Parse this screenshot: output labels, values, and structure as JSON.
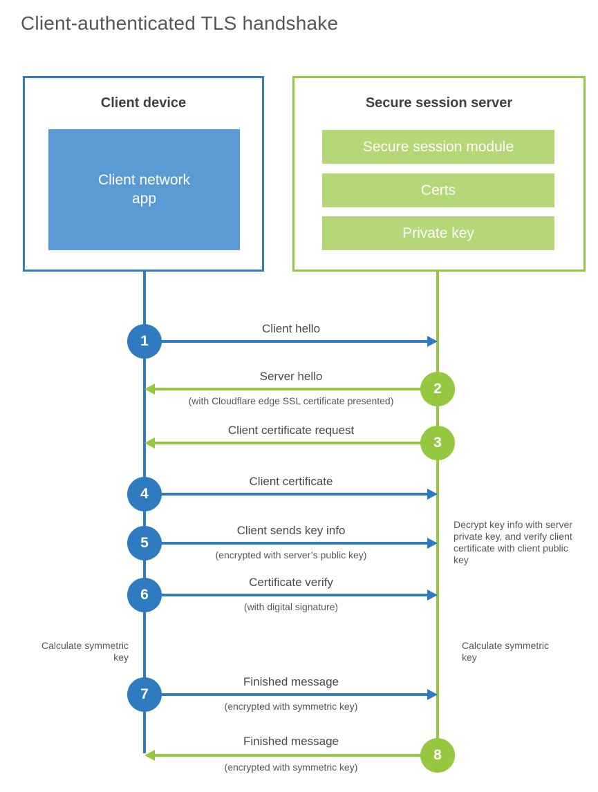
{
  "title": "Client-authenticated TLS handshake",
  "colors": {
    "blue": "#2e7bc0",
    "blue_fill": "#5b9bd5",
    "green": "#95c840",
    "green_fill": "#b5d778",
    "heading_text": "#3d4145",
    "label_text": "#46494d",
    "note_text": "#54565a"
  },
  "client": {
    "title": "Client device",
    "module": "Client network app"
  },
  "server": {
    "title": "Secure session server",
    "modules": [
      "Secure session module",
      "Certs",
      "Private key"
    ]
  },
  "steps": [
    {
      "num": "1",
      "from": "client",
      "label": "Client hello",
      "sub": ""
    },
    {
      "num": "2",
      "from": "server",
      "label": "Server hello",
      "sub": "(with Cloudflare edge SSL certificate presented)"
    },
    {
      "num": "3",
      "from": "server",
      "label": "Client certificate request",
      "sub": ""
    },
    {
      "num": "4",
      "from": "client",
      "label": "Client certificate",
      "sub": ""
    },
    {
      "num": "5",
      "from": "client",
      "label": "Client sends key info",
      "sub": "(encrypted with server’s public key)"
    },
    {
      "num": "6",
      "from": "client",
      "label": "Certificate verify",
      "sub": "(with digital signature)"
    },
    {
      "num": "7",
      "from": "client",
      "label": "Finished message",
      "sub": "(encrypted with symmetric key)"
    },
    {
      "num": "8",
      "from": "server",
      "label": "Finished message",
      "sub": "(encrypted with symmetric key)"
    }
  ],
  "notes": {
    "decrypt": "Decrypt key info with server private key, and verify client certificate with client public key",
    "calculate_left": "Calculate symmetric key",
    "calculate_right": "Calculate symmetric key"
  }
}
